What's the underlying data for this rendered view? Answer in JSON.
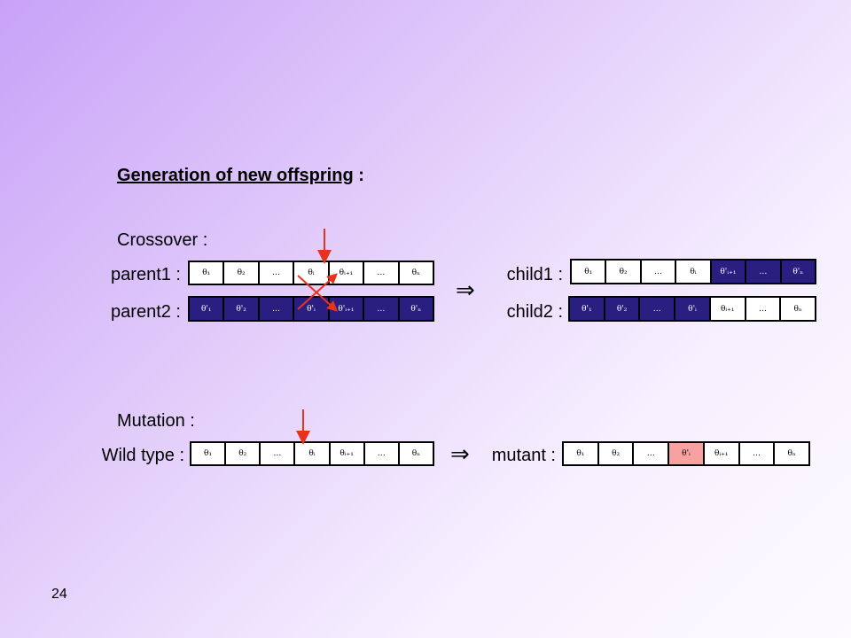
{
  "slide": {
    "heading": "Generation of new offspring",
    "heading_suffix": " :",
    "page_number": "24"
  },
  "crossover": {
    "section_label": "Crossover :",
    "parent1_label": "parent1 :",
    "parent2_label": "parent2 :",
    "child1_label": "child1 :",
    "child2_label": "child2 :",
    "implies": "⇒",
    "parent1_genes": [
      "θ₁",
      "θ₂",
      "…",
      "θᵢ",
      "θᵢ₊₁",
      "…",
      "θₙ"
    ],
    "parent2_genes": [
      "θ'₁",
      "θ'₂",
      "…",
      "θ'ᵢ",
      "θ'ᵢ₊₁",
      "…",
      "θ'ₙ"
    ],
    "child1_genes": [
      "θ₁",
      "θ₂",
      "…",
      "θᵢ",
      "θ'ᵢ₊₁",
      "…",
      "θ'ₙ"
    ],
    "child2_genes": [
      "θ'₁",
      "θ'₂",
      "…",
      "θ'ᵢ",
      "θᵢ₊₁",
      "…",
      "θₙ"
    ]
  },
  "mutation": {
    "section_label": "Mutation :",
    "wild_label": "Wild type :",
    "mutant_label": "mutant :",
    "implies": "⇒",
    "wild_genes": [
      "θ₁",
      "θ₂",
      "…",
      "θᵢ",
      "θᵢ₊₁",
      "…",
      "θₙ"
    ],
    "mutant_genes": [
      "θ₁",
      "θ₂",
      "…",
      "θ'ᵢ",
      "θᵢ₊₁",
      "…",
      "θₙ"
    ]
  },
  "colors": {
    "light_gene": "#ffffff",
    "dark_gene": "#2a1f80",
    "mutated_gene": "#f7a1a1",
    "marker_arrow": "#e8331c"
  }
}
